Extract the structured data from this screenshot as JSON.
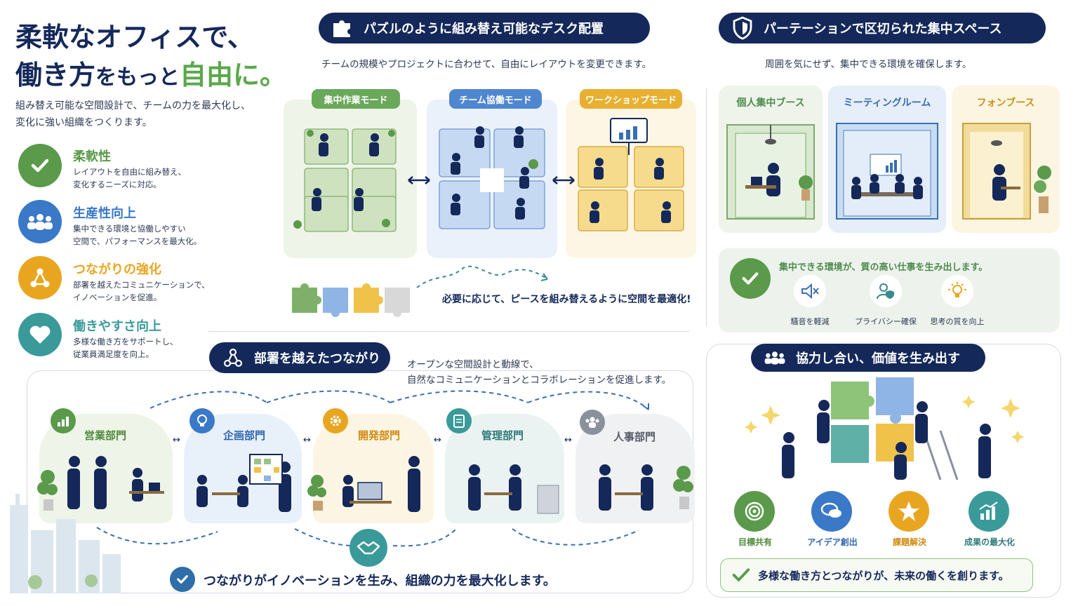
{
  "hero": {
    "title_line1": "柔軟なオフィスで、",
    "title_line2_part1": "働き方",
    "title_line2_part2": "をもっと",
    "title_line2_part3": "自由に。",
    "desc_line1": "組み替え可能な空間設計で、チームの力を最大化し、",
    "desc_line2": "変化に強い組織をつくります。"
  },
  "features": [
    {
      "title": "柔軟性",
      "desc1": "レイアウトを自由に組み替え、",
      "desc2": "変化するニーズに対応。",
      "color": "#5a9a4a",
      "icon": "check-icon"
    },
    {
      "title": "生産性向上",
      "desc1": "集中できる環境と協働しやすい",
      "desc2": "空間で、パフォーマンスを最大化。",
      "color": "#3a78c8",
      "icon": "people-icon"
    },
    {
      "title": "つながりの強化",
      "desc1": "部署を越えたコミュニケーションで、",
      "desc2": "イノベーションを促進。",
      "color": "#e8a620",
      "icon": "network-icon"
    },
    {
      "title": "働きやすさ向上",
      "desc1": "多様な働き方をサポートし、",
      "desc2": "従業員満足度を向上。",
      "color": "#3a9a9a",
      "icon": "heart-icon"
    }
  ],
  "puzzle_section": {
    "heading": "パズルのように組み替え可能なデスク配置",
    "subheading": "チームの規模やプロジェクトに合わせて、自由にレイアウトを変更できます。",
    "modes": [
      {
        "label": "集中作業モード",
        "color": "#6aa85a"
      },
      {
        "label": "チーム協働モード",
        "color": "#4f86d0"
      },
      {
        "label": "ワークショップモード",
        "color": "#e8b030"
      }
    ],
    "optimize_text": "必要に応じて、ピースを組み替えるように空間を最適化!"
  },
  "partition_section": {
    "heading": "パーテーションで区切られた集中スペース",
    "subheading": "周囲を気にせず、集中できる環境を確保します。",
    "spaces": [
      {
        "label": "個人集中ブース",
        "color": "#4f8a4f"
      },
      {
        "label": "ミーティングルーム",
        "color": "#3a6fb0"
      },
      {
        "label": "フォンブース",
        "color": "#c8921a"
      }
    ],
    "benefit_text": "集中できる環境が、質の高い仕事を生み出します。",
    "benefits": [
      {
        "label": "騒音を軽減",
        "icon": "mute-icon"
      },
      {
        "label": "プライバシー確保",
        "icon": "privacy-icon"
      },
      {
        "label": "思考の質を向上",
        "icon": "lightbulb-icon"
      }
    ]
  },
  "cross_section": {
    "heading": "部署を越えたつながり",
    "desc_line1": "オープンな空間設計と動線で、",
    "desc_line2": "自然なコミュニケーションとコラボレーションを促進します。",
    "departments": [
      {
        "label": "営業部門",
        "color": "#4f8a3a",
        "bg": "#eef5e8",
        "icon": "chart-icon"
      },
      {
        "label": "企画部門",
        "color": "#2f66b0",
        "bg": "#e8f0fa",
        "icon": "bulb-icon"
      },
      {
        "label": "開発部門",
        "color": "#d08a10",
        "bg": "#fdf5e3",
        "icon": "gear-icon"
      },
      {
        "label": "管理部門",
        "color": "#2f7a7a",
        "bg": "#eaf3f2",
        "icon": "clipboard-icon"
      },
      {
        "label": "人事部門",
        "color": "#555c6a",
        "bg": "#f0f1f3",
        "icon": "team-icon"
      }
    ],
    "footer_text": "つながりがイノベーションを生み、組織の力を最大化します。"
  },
  "collab_section": {
    "heading": "協力し合い、価値を生み出す",
    "results": [
      {
        "label": "目標共有",
        "color": "#5a9a4a",
        "icon": "target-icon"
      },
      {
        "label": "アイデア創出",
        "color": "#3a78c8",
        "icon": "speech-icon"
      },
      {
        "label": "課題解決",
        "color": "#e8a620",
        "icon": "star-icon"
      },
      {
        "label": "成果の最大化",
        "color": "#3a9a9a",
        "icon": "growth-icon"
      }
    ],
    "footer_text": "多様な働き方とつながりが、未来の働くを創ります。"
  }
}
